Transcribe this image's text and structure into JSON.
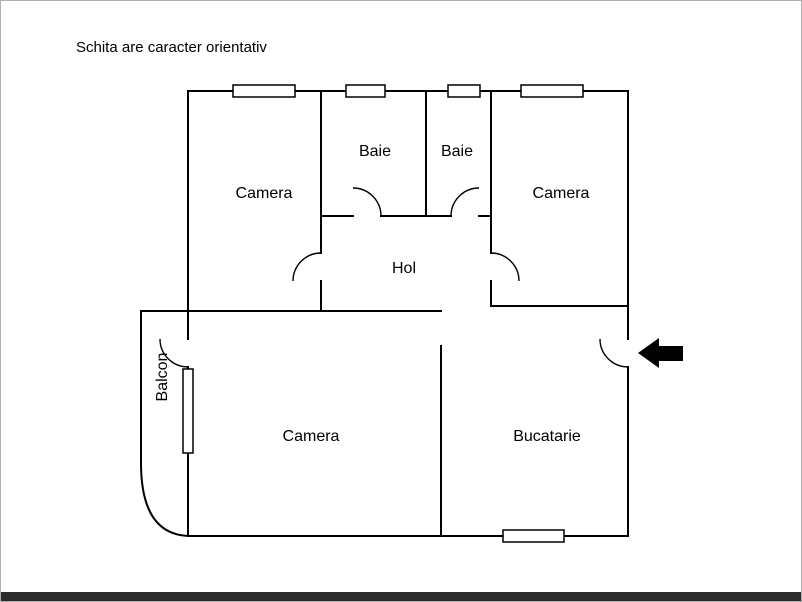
{
  "floorplan": {
    "title": "Schita are caracter orientativ",
    "labels": {
      "camera_top_left": "Camera",
      "baie_left": "Baie",
      "baie_right": "Baie",
      "camera_top_right": "Camera",
      "hol": "Hol",
      "camera_bottom": "Camera",
      "bucatarie": "Bucatarie",
      "balcon": "Balcon"
    },
    "icons": {
      "entrance_arrow": "left-arrow-icon"
    },
    "colors": {
      "wall": "#000000",
      "background": "#ffffff",
      "arrow": "#000000",
      "footer_bar": "#2b2b2b",
      "border": "#b0b0b0"
    }
  }
}
